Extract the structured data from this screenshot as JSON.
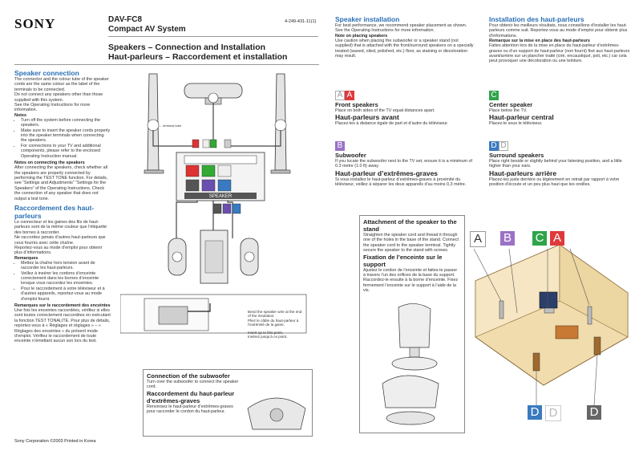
{
  "brand": "SONY",
  "model": "DAV-FC8",
  "system_name": "Compact AV System",
  "part_number": "4-249-431-11(1)",
  "title_en": "Speakers – Connection and Installation",
  "title_fr": "Haut-parleurs – Raccordement et installation",
  "speaker_connection": {
    "heading": "Speaker connection",
    "intro": "The connector and the colour tube of the speaker cords are the same colour as the label of the terminals to be connected.",
    "warning": "Do not connect any speakers other than those supplied with this system.",
    "see": "See the Operating Instructions for more information.",
    "notes_label": "Notes",
    "notes": [
      "Turn off the system before connecting the speakers.",
      "Make sure to insert the speaker cords properly into the speaker terminals when connecting the speakers.",
      "For connections to your TV and additional components, please refer to the enclosed Operating Instruction manual."
    ],
    "notes2_label": "Notes on connecting the speakers",
    "notes2": "After connecting the speakers, check whether all the speakers are properly connected by performing the TEST TONE function. For details, see “Settings and Adjustments” “Settings for the Speakers” of the Operating Instructions. Check the connection of any speaker that does not output a test tone."
  },
  "raccordement": {
    "heading": "Raccordement des haut-parleurs",
    "intro": "Le connecteur et les gaines des fils de haut-parleurs sont de la même couleur que l’étiquette des bornes à raccorder.",
    "warning": "Ne raccordez jamais d’autres haut-parleurs que ceux fournis avec cette chaîne.",
    "see": "Reportez-vous au mode d’emploi pour obtenir plus d’informations.",
    "notes_label": "Remarques",
    "notes": [
      "Mettez la chaîne hors tension avant de raccorder les haut-parleurs.",
      "Veillez à insérer les cordons d’enceinte correctement dans les bornes d’enceinte lorsque vous raccordez les enceintes.",
      "Pour le raccordement à votre téléviseur et à d’autres appareils, reportez-vous au mode d’emploi fourni."
    ],
    "notes2_label": "Remarques sur le raccordement des enceintes",
    "notes2": "Une fois les enceintes raccordées, vérifiez si elles sont toutes correctement raccordées en exécutant la fonction TEST TONALITE. Pour plus de détails, reportez-vous à « Réglages et réglages » – « Réglages des enceintes » du présent mode d’emploi. Vérifiez le raccordement de toute enceinte n’émettant aucun son lors du test."
  },
  "diagram": {
    "terminal_label": "← terminal tube\nGaine de la borne →",
    "speaker_label": "SPEAKER",
    "callout1": "Bend the speaker wire at the end of the insulation.\nPliez le câble du haut-parleur à l’extrémité de la gaine.",
    "callout2": "Insert up to this point.\nInsérez jusqu’à ce point.",
    "wire_colors": [
      "#d33",
      "#3a3",
      "#eee",
      "#555",
      "#6a4fb0",
      "#3a7ac0"
    ]
  },
  "subwoofer_conn": {
    "heading_en": "Connection of the subwoofer",
    "text_en": "Turn over the subwoofer to connect the speaker cord.",
    "heading_fr": "Raccordement du haut-parleur d’extrêmes-graves",
    "text_fr": "Renversez le haut-parleur d’extrêmes-graves pour raccorder le cordon du haut-parleur."
  },
  "installation": {
    "heading": "Speaker installation",
    "text": "For best performance, we recommend speaker placement as shown. See the Operating Instructions for more information.",
    "note_label": "Note on placing speakers",
    "note": "Use caution when placing the subwoofer or a speaker stand (not supplied) that is attached with the front/surround speakers on a specially treated (waxed, oiled, polished, etc.) floor, as staining or discoloration may result."
  },
  "installation_fr": {
    "heading": "Installation des haut-parleurs",
    "text": "Pour obtenir les meilleurs résultats, nous conseillons d’installer les haut-parleurs comme suit. Reportez-vous au mode d’emploi pour obtenir plus d’informations.",
    "note_label": "Remarque sur la mise en place des haut-parleurs",
    "note": "Faites attention lors de la mise en place du haut-parleur d’extrêmes-graves ou d’un support de haut-parleur (non fourni) fixé aux haut-parleurs avant/arrière sur un plancher traité (ciré, encaustiqué, poli, etc.) car cela peut provoquer une décoloration ou une teinture."
  },
  "placements": [
    {
      "letters": [
        "A",
        "A"
      ],
      "colors": [
        "#fff",
        "#e0393b"
      ],
      "en": "Front speakers",
      "en_text": "Place on both sides of the TV equal distances apart.",
      "fr": "Haut-parleurs avant",
      "fr_text": "Placez-les à distance égale de part et d’autre du téléviseur."
    },
    {
      "letters": [
        "B"
      ],
      "colors": [
        "#9b72c6"
      ],
      "en": "Subwoofer",
      "en_text": "If you locate the subwoofer next to the TV set, ensure it is a minimum of 0.3 metre (1.0 ft) away.",
      "fr": "Haut-parleur d’extrêmes-graves",
      "fr_text": "Si vous installez le haut-parleur d’extrêmes-graves à proximité du téléviseur, veillez à séparer les deux appareils d’au moins 0,3 mètre."
    },
    {
      "letters": [
        "C"
      ],
      "colors": [
        "#2fa44a"
      ],
      "en": "Center speaker",
      "en_text": "Place below the TV.",
      "fr": "Haut-parleur central",
      "fr_text": "Placez-le sous le téléviseur."
    },
    {
      "letters": [
        "D",
        "D"
      ],
      "colors": [
        "#3a7ac0",
        "#fff"
      ],
      "en": "Surround speakers",
      "en_text": "Place right beside or slightly behind your listening position, and a little higher than your ears.",
      "fr": "Haut-parleurs arrière",
      "fr_text": "Placez-les juste derrière ou légèrement en retrait par rapport à votre position d’écoute et un peu plus haut que les oreilles."
    }
  ],
  "attach": {
    "heading_en": "Attachment of the speaker to the stand",
    "text_en": "Straighten the speaker cord and thread it through one of the holes in the base of the stand. Connect the speaker cord to the speaker terminal. Tightly secure the speaker to the stand with screws.",
    "heading_fr": "Fixation de l’enceinte sur le support",
    "text_fr": "Ajustez le cordon de l’enceinte et faites-le passer à travers l’un des orifices de la base du support. Raccordez-le ensuite à la borne d’enceinte. Fixez fermement l’enceinte sur le support à l’aide de la vis."
  },
  "room_labels": [
    "A",
    "B",
    "C",
    "A",
    "D",
    "D",
    "D"
  ],
  "footer": "Sony Corporation ©2003   Printed in Korea"
}
